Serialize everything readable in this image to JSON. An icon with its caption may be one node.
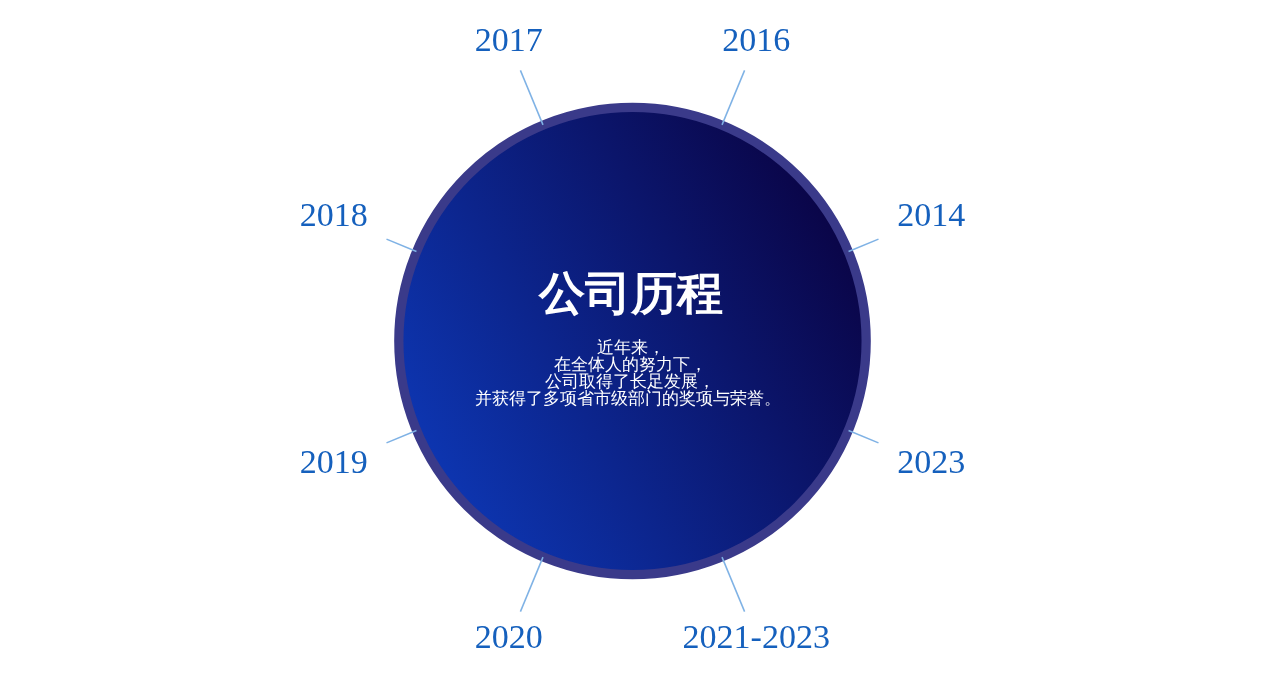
{
  "diagram": {
    "nodes": [
      {
        "text": [
          "公司历程",
          "近年来，在全体人的努力下，公司取得了长足发展，并获得了多项省市级部门的奖项与荣誉。"
        ]
      },
      {
        "text": [
          "2014"
        ]
      },
      {
        "text": [
          "2016"
        ]
      },
      {
        "text": [
          "2017"
        ]
      },
      {
        "text": [
          "2018"
        ]
      },
      {
        "text": [
          "2019"
        ]
      },
      {
        "text": [
          "2020"
        ]
      },
      {
        "text": [
          "2021-2023"
        ]
      },
      {
        "text": [
          "2023"
        ]
      }
    ],
    "edges": [
      {
        "from": 1,
        "to": 0,
        "arrow": "none"
      },
      {
        "from": 2,
        "to": 0,
        "arrow": "none"
      },
      {
        "from": 3,
        "to": 0,
        "arrow": "none"
      },
      {
        "from": 4,
        "to": 0,
        "arrow": "none"
      },
      {
        "from": 5,
        "to": 0,
        "arrow": "none"
      },
      {
        "from": 6,
        "to": 0,
        "arrow": "none"
      },
      {
        "from": 7,
        "to": 0,
        "arrow": "none"
      },
      {
        "from": 8,
        "to": 0,
        "arrow": "none"
      }
    ]
  }
}
